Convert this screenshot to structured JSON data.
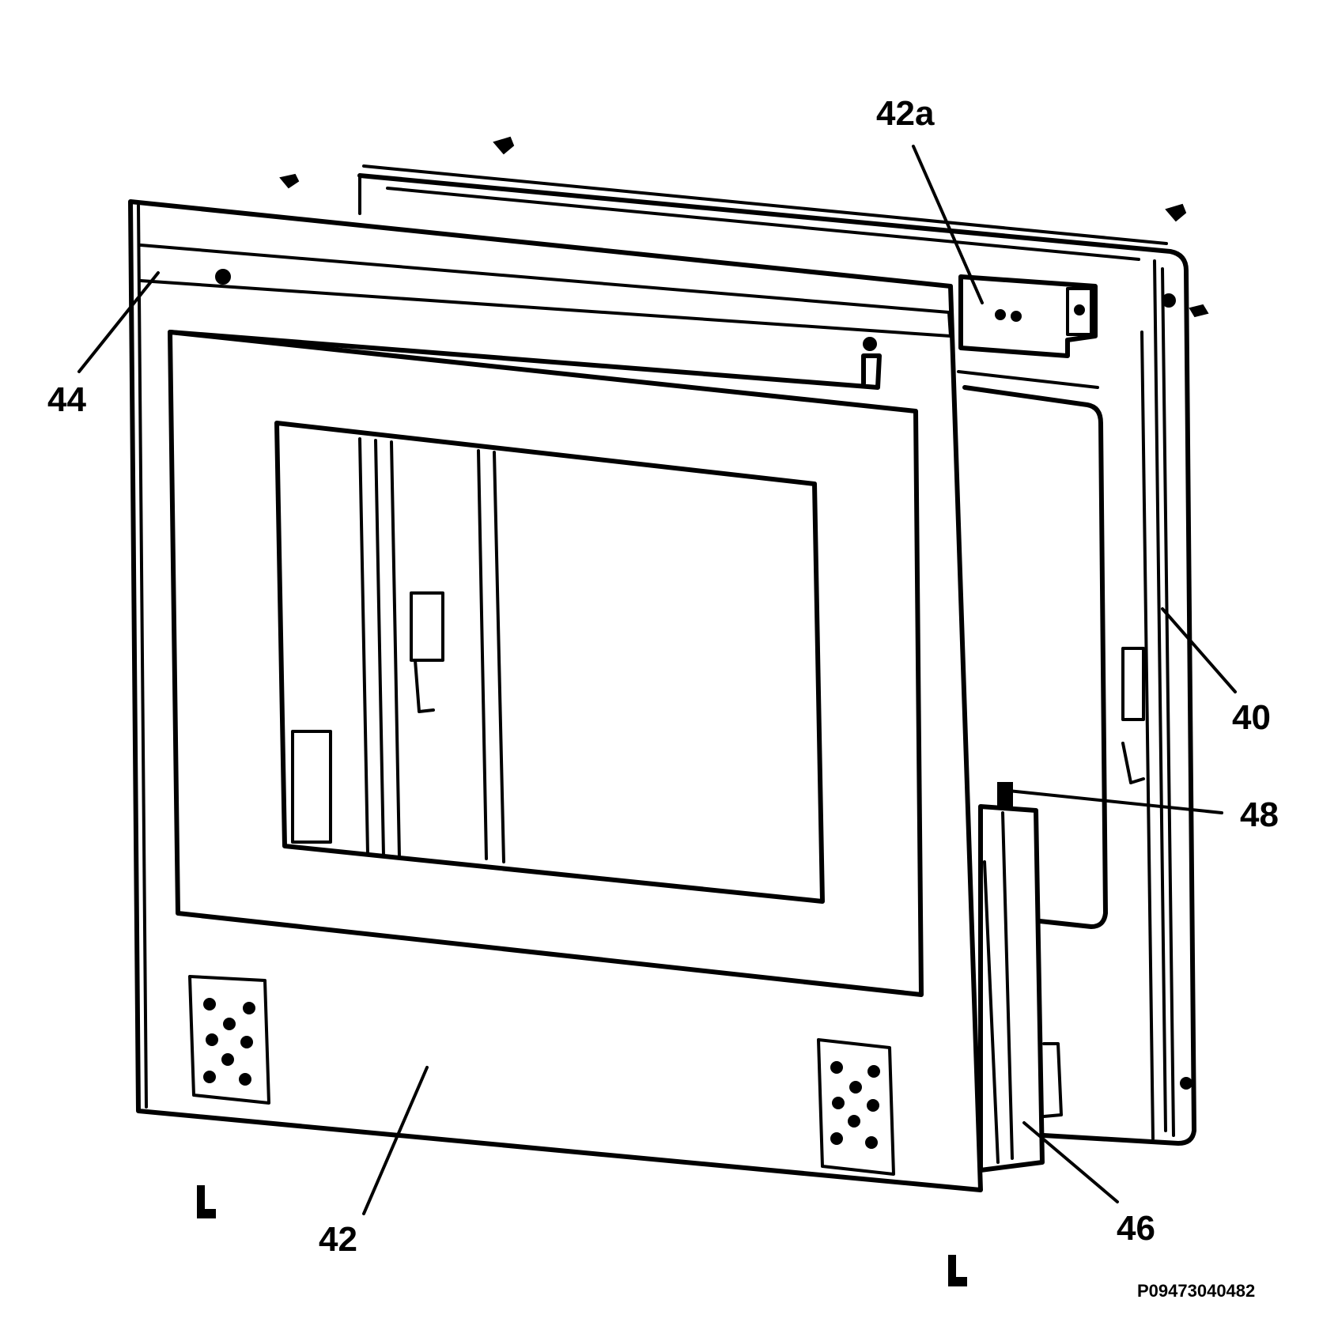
{
  "figure": {
    "code": "P09473040482",
    "callouts": {
      "c42a": "42a",
      "c44": "44",
      "c40": "40",
      "c48": "48",
      "c46": "46",
      "c42": "42"
    }
  }
}
